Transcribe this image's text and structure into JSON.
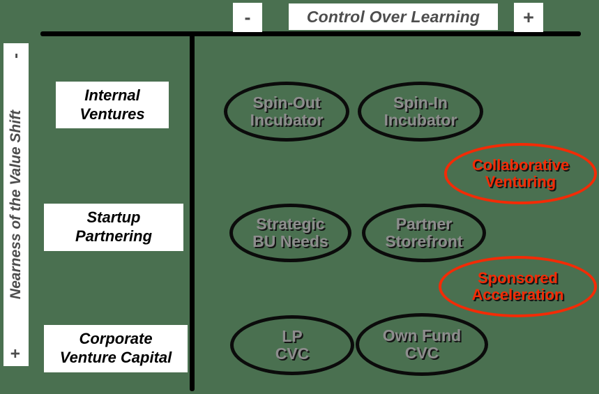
{
  "axes": {
    "horizontal": {
      "minus": "-",
      "title": "Control Over Learning",
      "plus": "+"
    },
    "vertical": {
      "minus": "-",
      "title": "Nearness of the Value Shift",
      "plus": "+"
    }
  },
  "rows": [
    {
      "line1": "Internal",
      "line2": "Ventures"
    },
    {
      "line1": "Startup",
      "line2": "Partnering"
    },
    {
      "line1": "Corporate",
      "line2": "Venture Capital"
    }
  ],
  "nodes": [
    {
      "id": "spin-out-incubator",
      "line1": "Spin-Out",
      "line2": "Incubator",
      "style": "dark"
    },
    {
      "id": "spin-in-incubator",
      "line1": "Spin-In",
      "line2": "Incubator",
      "style": "dark"
    },
    {
      "id": "collaborative-venturing",
      "line1": "Collaborative",
      "line2": "Venturing",
      "style": "red"
    },
    {
      "id": "strategic-bu-needs",
      "line1": "Strategic",
      "line2": "BU Needs",
      "style": "dark"
    },
    {
      "id": "partner-storefront",
      "line1": "Partner",
      "line2": "Storefront",
      "style": "dark"
    },
    {
      "id": "sponsored-acceleration",
      "line1": "Sponsored",
      "line2": "Acceleration",
      "style": "red"
    },
    {
      "id": "lp-cvc",
      "line1": "LP",
      "line2": "CVC",
      "style": "dark"
    },
    {
      "id": "own-fund-cvc",
      "line1": "Own Fund",
      "line2": "CVC",
      "style": "dark"
    }
  ],
  "colors": {
    "background": "#4a7050",
    "axis": "#000000",
    "chip_background": "#ffffff",
    "chip_text": "#4d4d4d",
    "row_label_text": "#000000",
    "node_dark_border": "#0b0b0b",
    "node_dark_text": "#8d8d8d",
    "node_highlight": "#f32b06"
  }
}
